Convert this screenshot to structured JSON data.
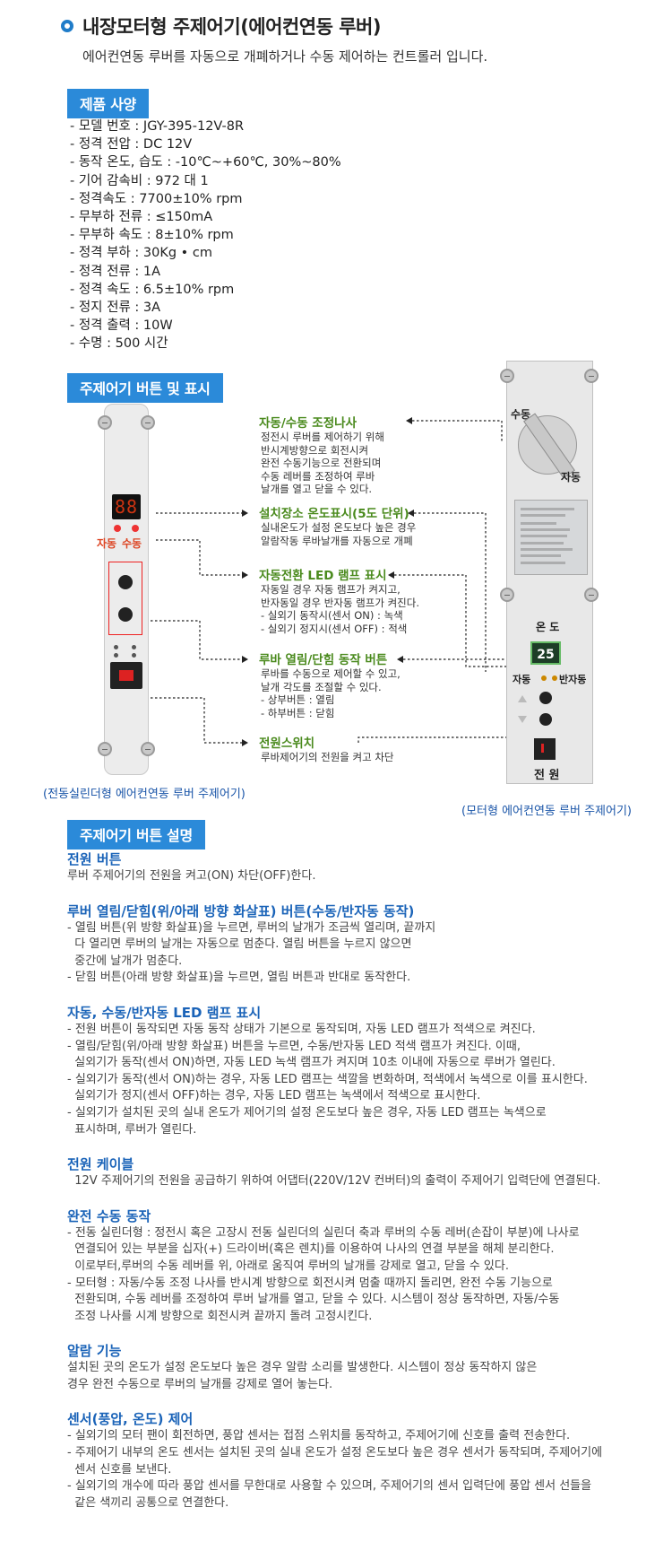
{
  "header": {
    "title": "내장모터형 주제어기(에어컨연동 루버)",
    "intro": "에어컨연동 루버를 자동으로 개폐하거나 수동 제어하는 컨트롤러 입니다."
  },
  "spec_section": {
    "label": "제품 사양",
    "items": [
      "- 모델 번호 : JGY-395-12V-8R",
      "- 정격 전압 : DC 12V",
      "- 동작 온도, 습도 : -10℃~+60℃, 30%~80%",
      "- 기어 감속비 : 972 대 1",
      "- 정격속도 : 7700±10% rpm",
      "- 무부하 전류 : ≤150mA",
      "- 무부하 속도 : 8±10% rpm",
      "- 정격 부하 : 30Kg • cm",
      "- 정격 전류 : 1A",
      "- 정격 속도 : 6.5±10% rpm",
      "- 정지 전류 : 3A",
      "- 정격 출력 : 10W",
      "- 수명 : 500 시간"
    ]
  },
  "button_section": {
    "label": "주제어기 버튼 및 표시",
    "left_device": {
      "display": "88",
      "lamp_auto": "자동",
      "lamp_manual": "수동",
      "caption": "(전동실린더형 에어컨연동 루버 주제어기)"
    },
    "right_device": {
      "label_manual": "수동",
      "label_auto": "자동",
      "label_temp": "온 도",
      "temp_value": "25",
      "lamp_auto": "자동",
      "lamp_semi": "반자동",
      "label_power": "전 원",
      "caption": "(모터형 에어컨연동 루버 주제어기)"
    },
    "callouts": [
      {
        "title": "자동/수동 조정나사",
        "body": [
          "정전시 루버를 제어하기 위해",
          "반시계방향으로 회전시켜",
          "완전 수동기능으로 전환되며",
          "수동 레버를 조정하여 루바",
          "날개를 열고 닫을 수 있다."
        ]
      },
      {
        "title": "설치장소 온도표시(5도 단위)",
        "body": [
          "실내온도가  설정 온도보다 높은 경우",
          "알람작동 루바날개를 자동으로 개폐"
        ]
      },
      {
        "title": "자동전환 LED 램프 표시",
        "body": [
          "자동일 경우 자동 램프가 켜지고,",
          "반자동일 경우 반자동 램프가 켜진다.",
          "- 실외기 동작시(센서 ON) : 녹색",
          "- 실외기 정지시(센서 OFF) : 적색"
        ]
      },
      {
        "title": "루바 열림/단힘 동작 버튼",
        "body": [
          "루바를 수동으로 제어할 수 있고,",
          "날개 각도를 조절할 수 있다.",
          "- 상부버튼 : 열림",
          "- 하부버튼 : 닫힘"
        ]
      },
      {
        "title": "전원스위치",
        "body": [
          "루바제어기의 전원을 켜고 차단"
        ]
      }
    ]
  },
  "desc_section": {
    "label": "주제어기 버튼 설명",
    "sections": [
      {
        "title": "전원 버튼",
        "lines": [
          "루버 주제어기의 전원을 켜고(ON) 차단(OFF)한다."
        ]
      },
      {
        "title": "루버 열림/닫힘(위/아래 방향 화살표) 버튼(수동/반자동 동작)",
        "lines": [
          "- 열림 버튼(위 방향 화살표)을 누르면, 루버의 날개가 조금씩 열리며, 끝까지",
          "  다 열리면 루버의 날개는 자동으로 멈춘다. 열림 버튼을 누르지 않으면",
          "  중간에 날개가 멈춘다.",
          "- 닫힘 버튼(아래 방향 화살표)을 누르면, 열림 버튼과 반대로 동작한다."
        ]
      },
      {
        "title": "자동, 수동/반자동 LED 램프 표시",
        "lines": [
          "- 전원 버튼이 동작되면 자동 동작 상태가 기본으로 동작되며, 자동 LED 램프가 적색으로 켜진다.",
          "- 열림/닫힘(위/아래 방향 화살표) 버튼을 누르면, 수동/반자동 LED 적색 램프가 켜진다. 이때,",
          "  실외기가 동작(센서 ON)하면, 자동 LED 녹색 램프가 켜지며 10초 이내에 자동으로 루버가 열린다.",
          "- 실외기가 동작(센서 ON)하는 경우, 자동 LED 램프는 색깔을 변화하며, 적색에서 녹색으로 이를 표시한다.",
          "  실외기가 정지(센서 OFF)하는 경우, 자동 LED 램프는 녹색에서 적색으로 표시한다.",
          "- 실외기가 설치된 곳의 실내 온도가 제어기의 설정 온도보다 높은 경우, 자동 LED 램프는 녹색으로",
          "  표시하며, 루버가 열린다."
        ]
      },
      {
        "title": "전원 케이블",
        "lines": [
          "  12V 주제어기의 전원을 공급하기 위하여 어댑터(220V/12V 컨버터)의 출력이 주제어기 입력단에 연결된다."
        ]
      },
      {
        "title": "완전 수동 동작",
        "lines": [
          "- 전동 실린더형 : 정전시 혹은 고장시 전동 실린더의 실린더 축과 루버의 수동 레버(손잡이 부분)에 나사로",
          "  연결되어 있는 부분을 십자(+) 드라이버(혹은 렌치)를 이용하여 나사의 연결 부분을 해체 분리한다.",
          "  이로부터,루버의 수동 레버를 위, 아래로 움직여 루버의 날개를 강제로 열고, 닫을 수 있다.",
          "- 모터형 : 자동/수동 조정 나사를 반시계 방향으로 회전시켜 멈출 때까지 돌리면, 완전 수동 기능으로",
          "  전환되며, 수동 레버를 조정하여 루버 날개를 열고, 닫을 수 있다. 시스템이 정상 동작하면, 자동/수동",
          "  조정 나사를 시계 방향으로 회전시켜 끝까지 돌려 고정시킨다."
        ]
      },
      {
        "title": "알람 기능",
        "lines": [
          "설치된 곳의 온도가 설정 온도보다 높은 경우 알람 소리를 발생한다. 시스템이 정상 동작하지 않은",
          "경우 완전 수동으로 루버의 날개를 강제로 열어 놓는다."
        ]
      },
      {
        "title": "센서(풍압, 온도) 제어",
        "lines": [
          "- 실외기의 모터 팬이 회전하면, 풍압 센서는 접점 스위치를 동작하고, 주제어기에 신호를 출력 전송한다.",
          "- 주제어기 내부의 온도 센서는 설치된 곳의 실내 온도가 설정 온도보다 높은 경우 센서가 동작되며, 주제어기에",
          "  센서 신호를 보낸다.",
          "- 실외기의 개수에 따라 풍압 센서를 무한대로 사용할 수 있으며, 주제어기의 센서 입력단에 풍압 센서 선들을",
          "  같은 색끼리 공통으로 연결한다."
        ]
      }
    ]
  }
}
